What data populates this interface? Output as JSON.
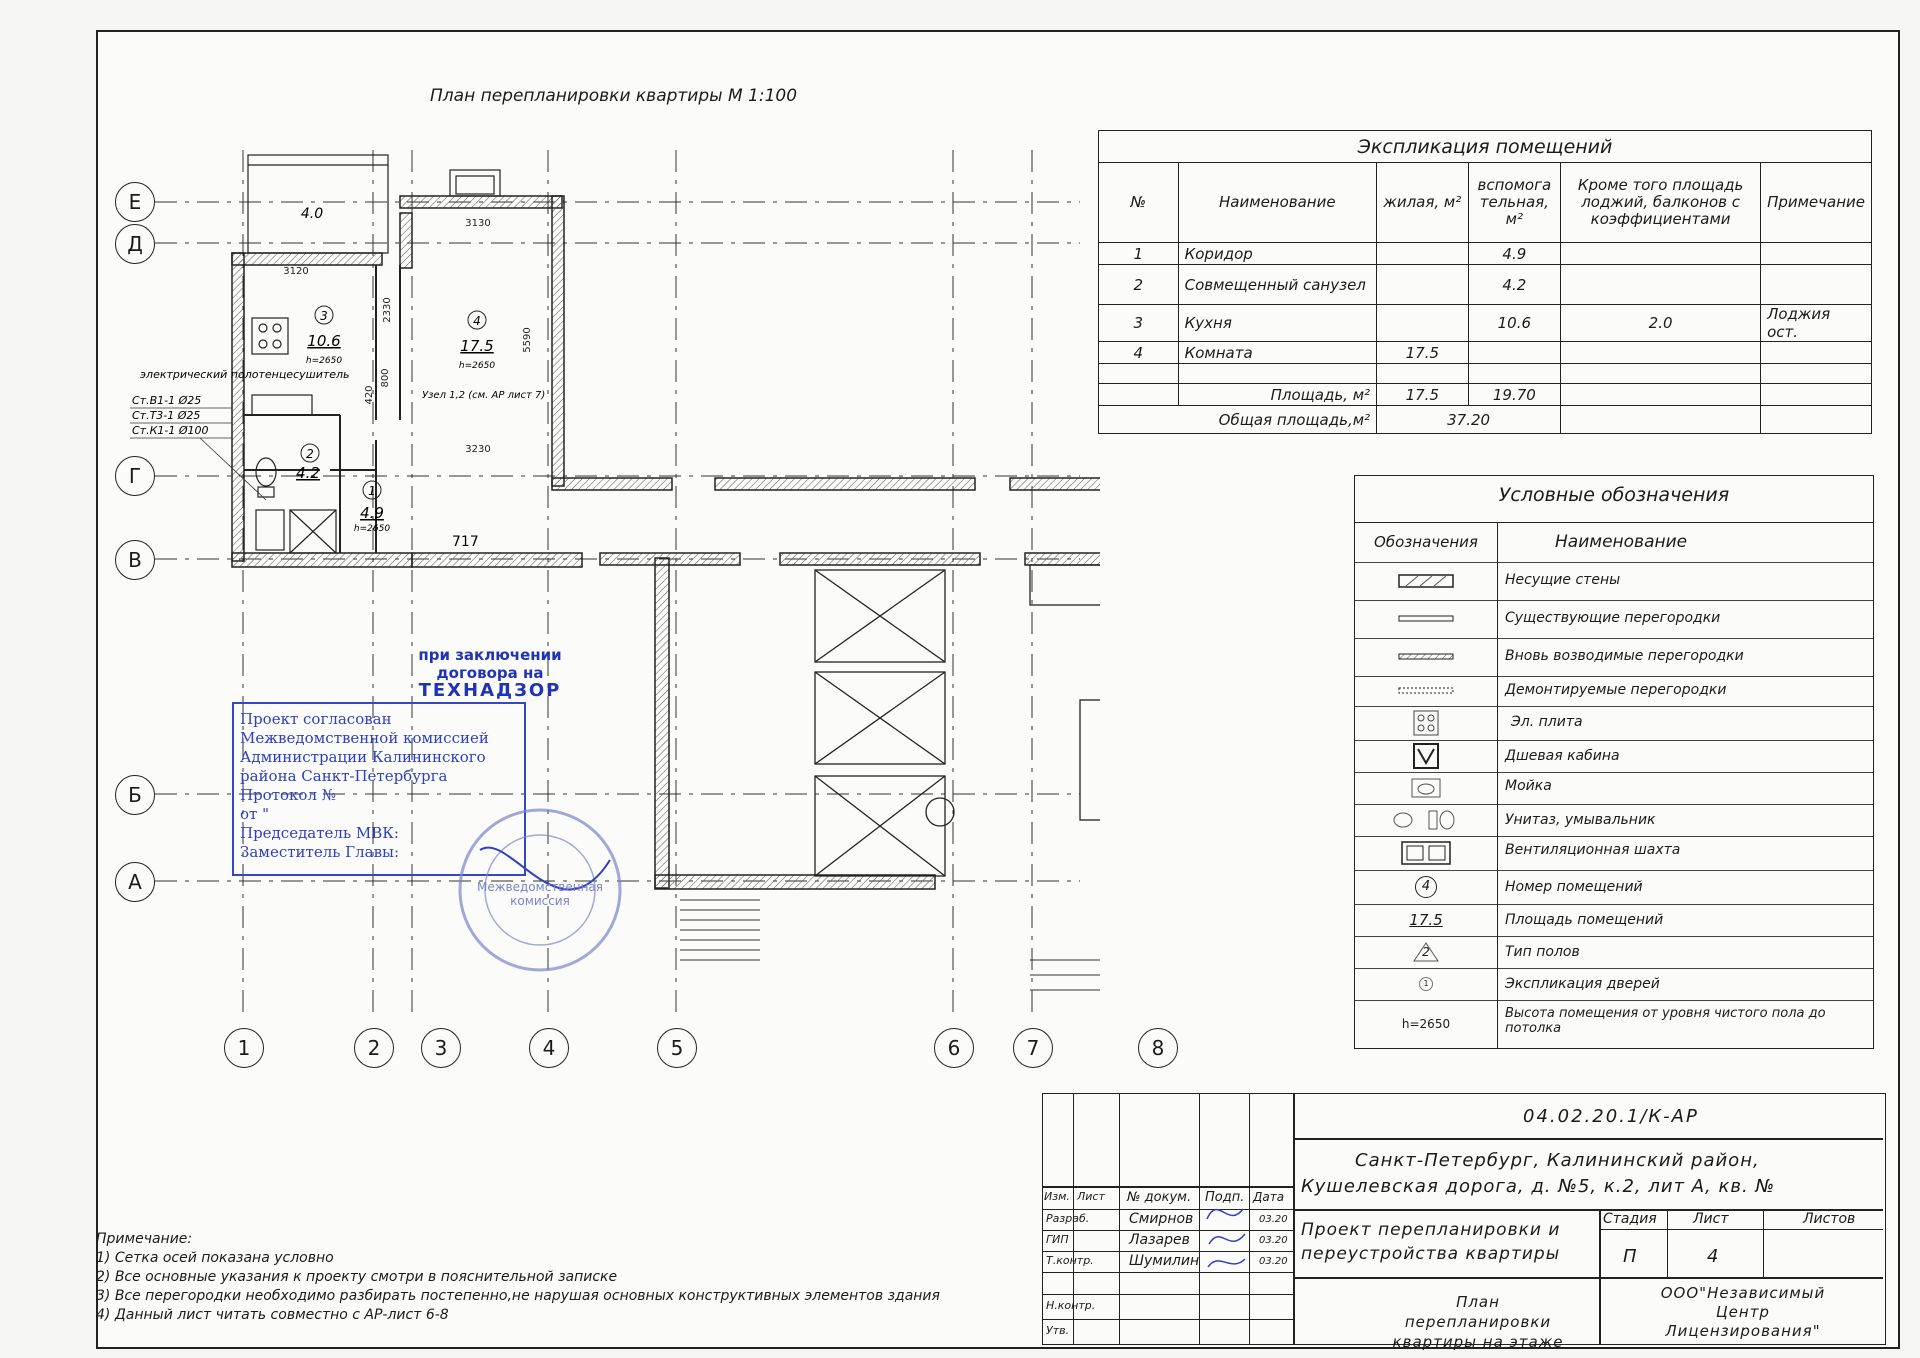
{
  "plan_title": "План перепланировки квартиры М 1:100",
  "explication": {
    "title": "Экспликация помещений",
    "headers": [
      "№",
      "Наименование",
      "жилая, м²",
      "вспомога тельная, м²",
      "Кроме того площадь лоджий, балконов с коэффициентами",
      "Примечание"
    ],
    "rows": [
      {
        "n": "1",
        "name": "Коридор",
        "living": "",
        "aux": "4.9",
        "extra": "",
        "note": ""
      },
      {
        "n": "2",
        "name": "Совмещенный санузел",
        "living": "",
        "aux": "4.2",
        "extra": "",
        "note": ""
      },
      {
        "n": "3",
        "name": "Кухня",
        "living": "",
        "aux": "10.6",
        "extra": "2.0",
        "note": "Лоджия ост."
      },
      {
        "n": "4",
        "name": "Комната",
        "living": "17.5",
        "aux": "",
        "extra": "",
        "note": ""
      }
    ],
    "area_label": "Площадь, м²",
    "area_living": "17.5",
    "area_aux": "19.70",
    "total_label": "Общая площадь,м²",
    "total_value": "37.20"
  },
  "legend": {
    "title": "Условные обозначения",
    "col_symbol": "Обозначения",
    "col_name": "Наименование",
    "items": [
      {
        "icon": "bearing-wall-icon",
        "name": "Несущие стены"
      },
      {
        "icon": "existing-partition-icon",
        "name": "Существующие перегородки"
      },
      {
        "icon": "new-partition-icon",
        "name": "Вновь возводимые перегородки"
      },
      {
        "icon": "dismantled-partition-icon",
        "name": "Демонтируемые перегородки"
      },
      {
        "icon": "electric-stove-icon",
        "name": "Эл. плита"
      },
      {
        "icon": "shower-cabin-icon",
        "name": "Дшевая кабина"
      },
      {
        "icon": "sink-icon",
        "name": "Мойка"
      },
      {
        "icon": "toilet-washbasin-icon",
        "name": "Унитаз, умывальник"
      },
      {
        "icon": "ventilation-shaft-icon",
        "name": "Вентиляционная шахта"
      },
      {
        "icon": "room-number-icon",
        "symbol_text": "4",
        "name": "Номер помещений"
      },
      {
        "icon": "room-area-icon",
        "symbol_text": "17.5",
        "name": "Площадь помещений"
      },
      {
        "icon": "floor-type-icon",
        "symbol_text": "2",
        "name": "Тип полов"
      },
      {
        "icon": "door-explication-icon",
        "symbol_text": "1",
        "name": "Экспликация дверей"
      },
      {
        "icon": "room-height-icon",
        "symbol_text": "h=2650",
        "name": "Высота помещения от уровня чистого пола до потолка"
      }
    ]
  },
  "axes": {
    "letters": [
      "Е",
      "Д",
      "Г",
      "В",
      "Б",
      "А"
    ],
    "numbers": [
      "1",
      "2",
      "3",
      "4",
      "5",
      "6",
      "7",
      "8"
    ]
  },
  "rooms": [
    {
      "num": "3",
      "area": "10.6",
      "h": "h=2650"
    },
    {
      "num": "4",
      "area": "17.5",
      "h": "h=2650"
    },
    {
      "num": "2",
      "area": "4.2"
    },
    {
      "num": "1",
      "area": "4.9",
      "h": "h=2650"
    }
  ],
  "plan_labels": {
    "loggia": "4.0",
    "dim_3130": "3130",
    "dim_3120": "3120",
    "dim_2330": "2330",
    "dim_5590": "5590",
    "dim_3230": "3230",
    "dim_420": "420",
    "dim_800": "800",
    "dim_717": "717",
    "node": "Узел 1,2 (см. АР лист 7)",
    "towel_title": "электрический полотенцесушитель",
    "pipes": [
      "Ст.В1-1 Ø25",
      "Ст.Т3-1 Ø25",
      "Ст.К1-1 Ø100"
    ]
  },
  "approval_stamp": {
    "line1": "Проект согласован",
    "line2": "Межведомственной комиссией",
    "line3": "Администрации Калининского",
    "line4": "района Санкт-Петербурга",
    "line5": "Протокол №",
    "line6": "от \"",
    "line7": "Председатель МВК:",
    "line8": "Заместитель Главы:",
    "round_seal": "Межведомственная комиссия"
  },
  "tehnadzor_stamp": {
    "line1": "при заключении",
    "line2": "договора на",
    "line3": "ТЕХНАДЗОР"
  },
  "notes": {
    "title": "Примечание:",
    "items": [
      "1) Сетка осей показана условно",
      "2) Все основные указания к проекту смотри в пояснительной записке",
      "3) Все перегородки необходимо разбирать постепенно,не нарушая основных конструктивных элементов здания",
      "4) Данный лист читать совместно с АР-лист 6-8"
    ]
  },
  "title_block": {
    "code": "04.02.20.1/К-АР",
    "address_line1": "Санкт-Петербург, Калининский район,",
    "address_line2": "Кушелевская дорога, д. №5, к.2, лит А, кв. №",
    "col_izm": "Изм.",
    "col_list": "Лист",
    "col_doc": "№ докум.",
    "col_sign": "Подп.",
    "col_date": "Дата",
    "roles": [
      {
        "role": "Разраб.",
        "name": "Смирнов",
        "date": "03.20"
      },
      {
        "role": "ГИП",
        "name": "Лазарев",
        "date": "03.20"
      },
      {
        "role": "Т.контр.",
        "name": "Шумилин",
        "date": "03.20"
      },
      {
        "role": "Н.контр.",
        "name": "",
        "date": ""
      },
      {
        "role": "Утв.",
        "name": "",
        "date": ""
      }
    ],
    "project_name": "Проект перепланировки и переустройства квартиры",
    "stage_label": "Стадия",
    "sheet_label": "Лист",
    "sheets_label": "Листов",
    "stage": "П",
    "sheet": "4",
    "drawing_name": "План перепланировки квартиры на этаже",
    "company": "ООО\"Независимый Центр Лицензирования\""
  }
}
